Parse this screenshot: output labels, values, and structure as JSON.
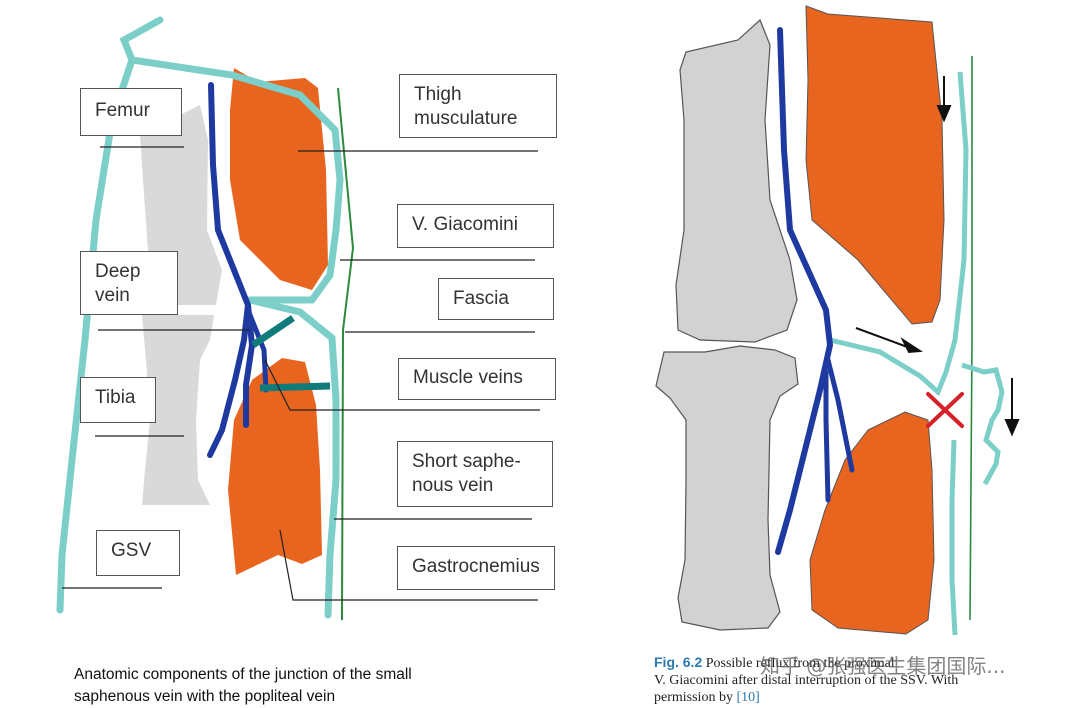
{
  "colors": {
    "muscle": "#e8651f",
    "bone": "#d2d2d2",
    "deep_vein": "#1e3aa0",
    "superficial_vein": "#7ccfc8",
    "muscle_vein": "#117b7b",
    "fascia": "#2c8a3c",
    "interruption_mark": "#d6202a",
    "label_border": "#555555"
  },
  "left_diagram": {
    "labels": {
      "femur": "Femur",
      "deep_vein": [
        "Deep",
        "vein"
      ],
      "tibia": "Tibia",
      "gsv": "GSV",
      "thigh_musculature": [
        "Thigh",
        "musculature"
      ],
      "giacomini": "V. Giacomini",
      "fascia": "Fascia",
      "muscle_veins": "Muscle veins",
      "short_saphenous": [
        "Short saphe-",
        "nous vein"
      ],
      "gastrocnemius": "Gastrocnemius"
    },
    "caption": [
      "Anatomic components of the junction of the small",
      "saphenous vein with the popliteal vein"
    ]
  },
  "right_diagram": {
    "caption": {
      "fig_label": "Fig. 6.2",
      "line1_text": "Possible reflux from the proximal",
      "line2": "V. Giacomini after distal interruption of the SSV. With",
      "line3_prefix": "permission by ",
      "ref": "[10]"
    },
    "watermark": "知乎 @张强医生集团国际..."
  }
}
